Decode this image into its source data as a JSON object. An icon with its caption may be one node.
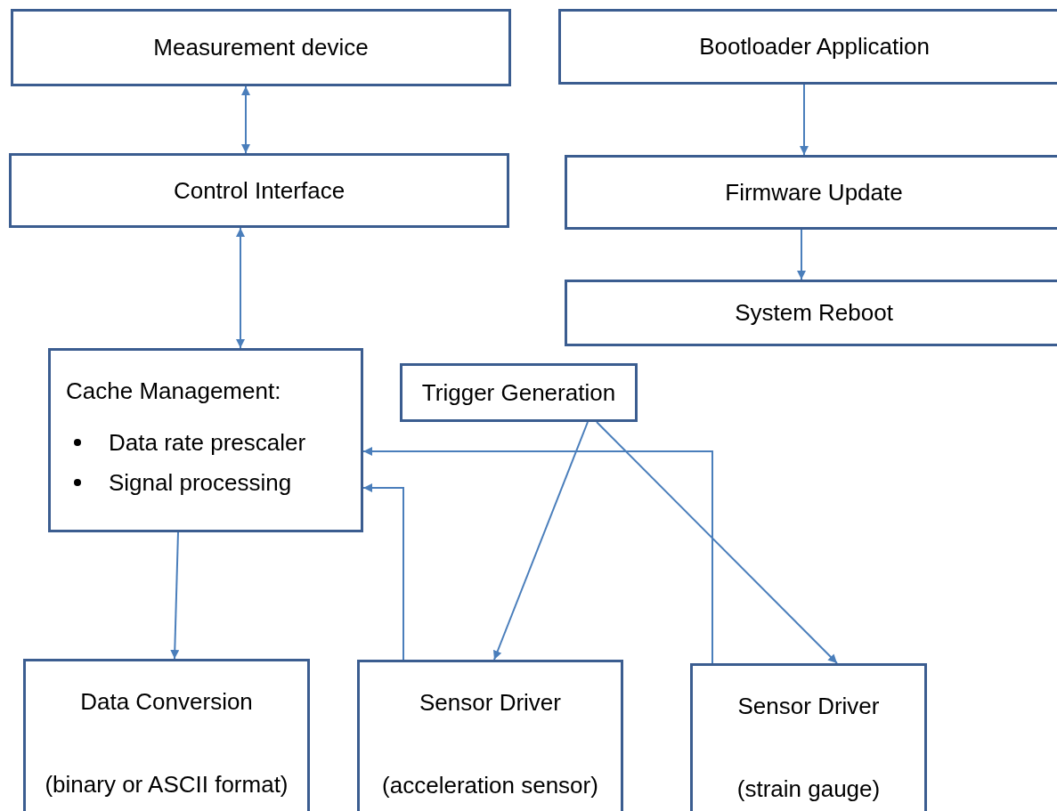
{
  "diagram": {
    "nodes": [
      {
        "text": [
          "Measurement device"
        ]
      },
      {
        "text": [
          "Bootloader Application"
        ]
      },
      {
        "text": [
          "Control Interface"
        ]
      },
      {
        "text": [
          "Firmware Update"
        ]
      },
      {
        "text": [
          "System Reboot"
        ]
      },
      {
        "text": [
          "Cache Management:",
          "Data rate prescaler",
          "Signal processing"
        ]
      },
      {
        "text": [
          "Trigger Generation"
        ]
      },
      {
        "text": [
          "Data Conversion",
          "(binary or ASCII format)"
        ]
      },
      {
        "text": [
          "Sensor Driver",
          "(acceleration sensor)"
        ]
      },
      {
        "text": [
          "Sensor Driver",
          "(strain gauge)"
        ]
      }
    ],
    "edges": [
      {
        "from": 0,
        "to": 2,
        "arrow": "both"
      },
      {
        "from": 2,
        "to": 5,
        "arrow": "both"
      },
      {
        "from": 1,
        "to": 3,
        "arrow": "to"
      },
      {
        "from": 3,
        "to": 4,
        "arrow": "to"
      },
      {
        "from": 5,
        "to": 7,
        "arrow": "to"
      },
      {
        "from": 6,
        "to": 8,
        "arrow": "to"
      },
      {
        "from": 6,
        "to": 9,
        "arrow": "to"
      },
      {
        "from": 8,
        "to": 5,
        "arrow": "to"
      },
      {
        "from": 9,
        "to": 5,
        "arrow": "to"
      }
    ]
  }
}
